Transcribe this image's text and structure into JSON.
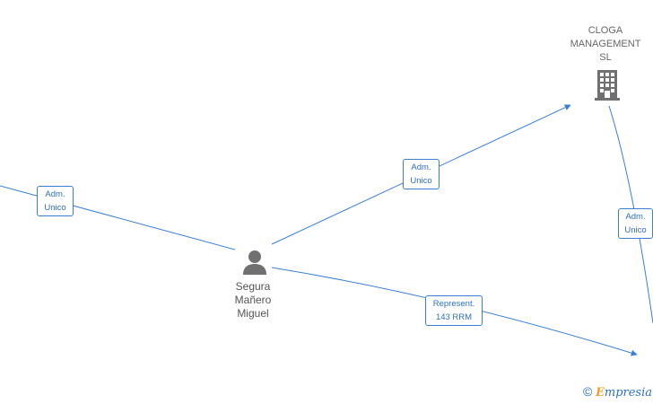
{
  "nodes": {
    "person": {
      "lines": [
        "Segura",
        "Mañero",
        "Miguel"
      ],
      "icon": "person-icon"
    },
    "company": {
      "lines": [
        "CLOGA",
        "MANAGEMENT",
        "SL"
      ],
      "icon": "building-icon"
    }
  },
  "edges": [
    {
      "lines": [
        "Adm.",
        "Unico"
      ]
    },
    {
      "lines": [
        "Adm.",
        "Unico"
      ]
    },
    {
      "lines": [
        "Represent.",
        "143 RRM"
      ]
    },
    {
      "lines": [
        "Adm.",
        "Unico"
      ]
    }
  ],
  "watermark": {
    "symbol": "©",
    "brand_e": "E",
    "brand_rest": "mpresia"
  },
  "colors": {
    "edge": "#3a7fd5",
    "node_icon": "#707070",
    "label_text": "#555555"
  }
}
